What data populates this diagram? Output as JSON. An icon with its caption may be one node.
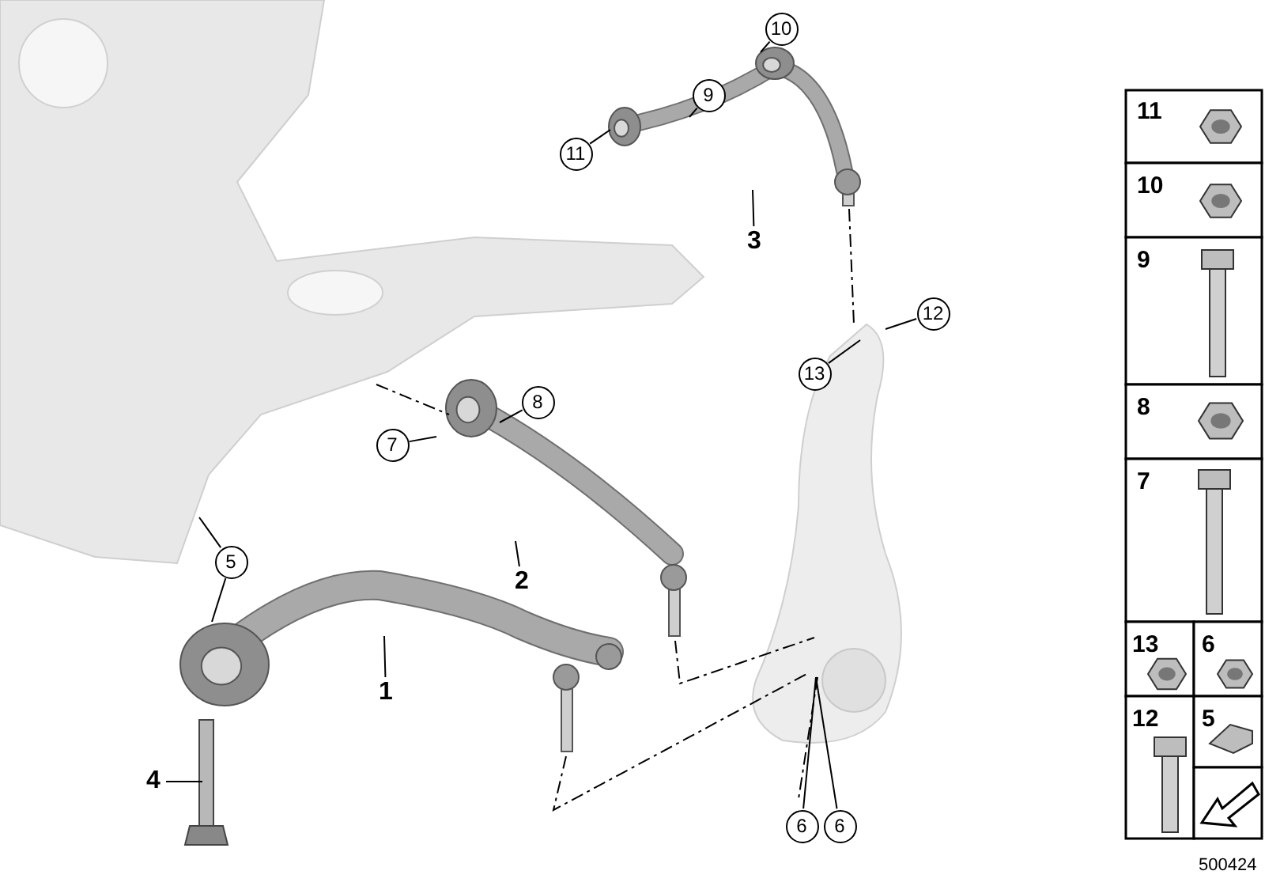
{
  "diagram": {
    "nodes": [
      {
        "text": [
          "10"
        ]
      },
      {
        "text": [
          "9"
        ]
      },
      {
        "text": [
          "11"
        ]
      },
      {
        "text": [
          "3"
        ]
      },
      {
        "text": [
          "12"
        ]
      },
      {
        "text": [
          "13"
        ]
      },
      {
        "text": [
          "8"
        ]
      },
      {
        "text": [
          "7"
        ]
      },
      {
        "text": [
          "2"
        ]
      },
      {
        "text": [
          "5"
        ]
      },
      {
        "text": [
          "1"
        ]
      },
      {
        "text": [
          "4"
        ]
      },
      {
        "text": [
          "6"
        ]
      },
      {
        "text": [
          "6"
        ]
      }
    ],
    "edges": [
      {
        "from": 0,
        "to": null,
        "arrow": "none"
      },
      {
        "from": 1,
        "to": null,
        "arrow": "none"
      },
      {
        "from": 2,
        "to": null,
        "arrow": "none"
      },
      {
        "from": 3,
        "to": null,
        "arrow": "none"
      },
      {
        "from": 4,
        "to": null,
        "arrow": "none"
      },
      {
        "from": 5,
        "to": null,
        "arrow": "none"
      },
      {
        "from": 6,
        "to": null,
        "arrow": "none"
      },
      {
        "from": 7,
        "to": null,
        "arrow": "none"
      },
      {
        "from": 8,
        "to": null,
        "arrow": "none"
      },
      {
        "from": 9,
        "to": null,
        "arrow": "none"
      },
      {
        "from": 9,
        "to": null,
        "arrow": "none"
      },
      {
        "from": 10,
        "to": null,
        "arrow": "none"
      },
      {
        "from": 11,
        "to": null,
        "arrow": "none"
      },
      {
        "from": 12,
        "to": null,
        "arrow": "none"
      },
      {
        "from": 13,
        "to": null,
        "arrow": "none"
      }
    ],
    "labels": [
      "11",
      "10",
      "9",
      "8",
      "7",
      "13",
      "6",
      "12",
      "5",
      "500424"
    ]
  }
}
